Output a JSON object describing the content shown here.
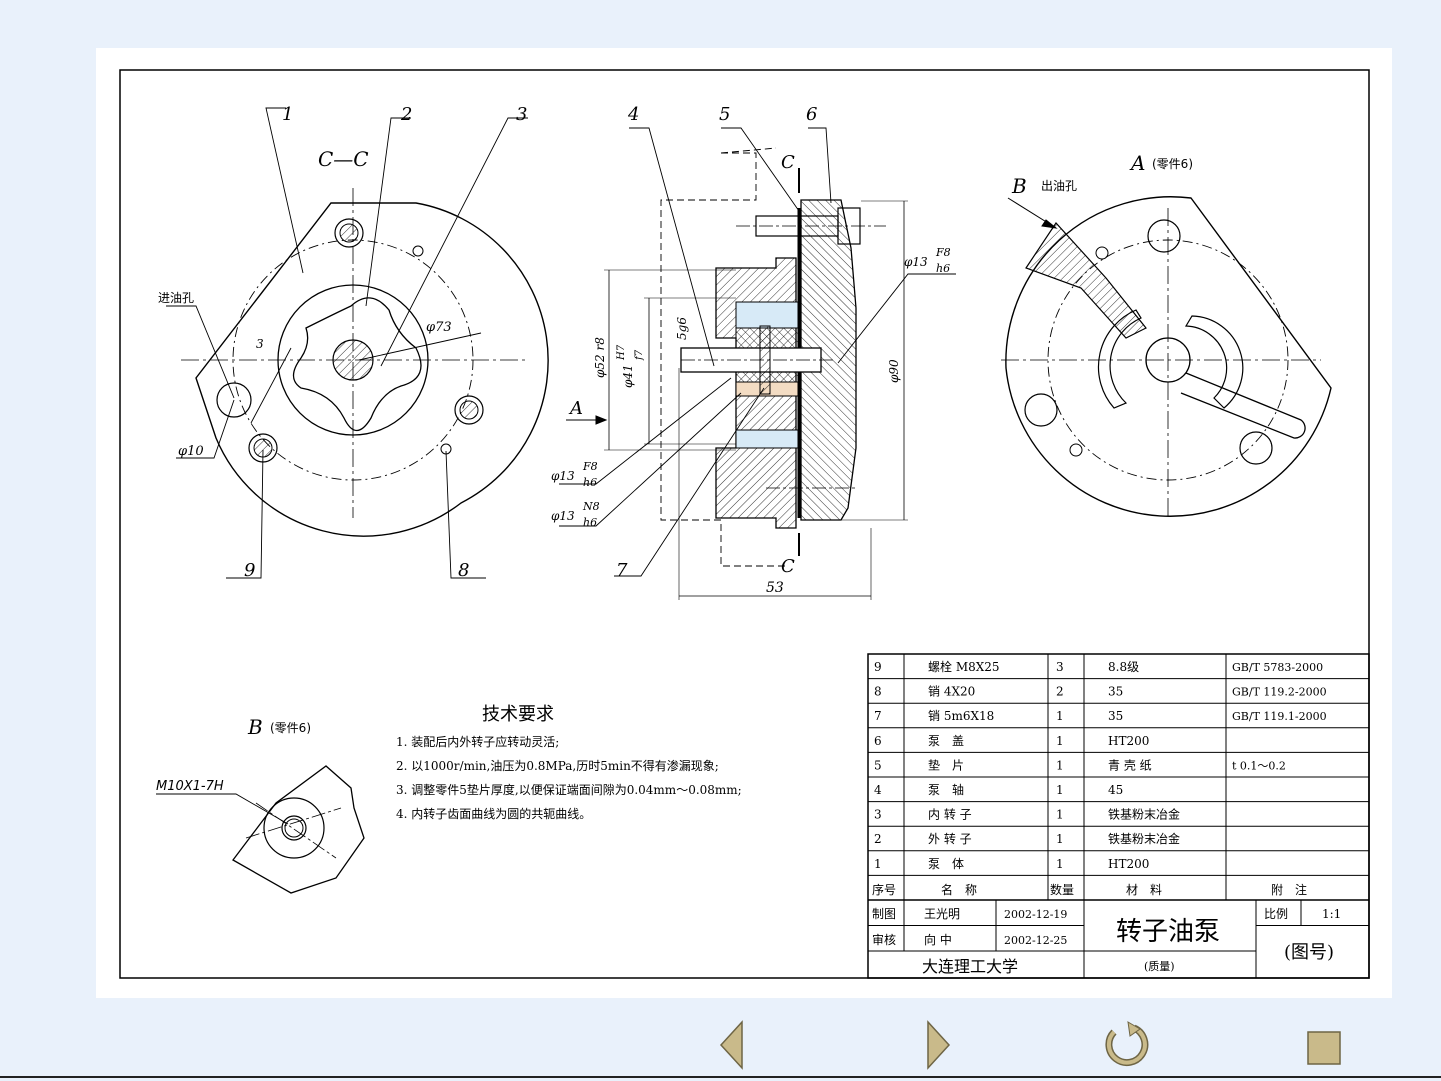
{
  "views": {
    "left_section_title": "C—C",
    "top_view_title": "A",
    "top_view_note": "(零件6)",
    "detail_title": "B",
    "detail_note": "(零件6)",
    "inlet_label": "进油孔",
    "outlet_label": "出油孔",
    "outlet_arrow_letter": "B",
    "section_mark": "C",
    "view_arrow_letter": "A"
  },
  "part_numbers": [
    "1",
    "2",
    "3",
    "4",
    "5",
    "6",
    "7",
    "8",
    "9"
  ],
  "dimensions": {
    "d73": "φ73",
    "d3": "3",
    "d10": "φ10",
    "d52": "φ52 r8",
    "d41": "φ41",
    "d41_fit_top": "H7",
    "d41_fit_bot": "f7",
    "g5": "5g6",
    "d90": "φ90",
    "len53": "53",
    "d13": "φ13",
    "fit_f8": "F8",
    "fit_h6": "h6",
    "fit_n8": "N8",
    "thread": "M10X1-7H"
  },
  "tech_req": {
    "title": "技术要求",
    "items": [
      "1. 装配后内外转子应转动灵活;",
      "2. 以1000r/min,油压为0.8MPa,历时5min不得有渗漏现象;",
      "3. 调整零件5垫片厚度,以便保证端面间隙为0.04mm～0.08mm;",
      "4. 内转子齿面曲线为圆的共轭曲线。"
    ]
  },
  "bom": {
    "rows": [
      {
        "no": "9",
        "name": "螺栓 M8X25",
        "qty": "3",
        "material": "8.8级",
        "note": "GB/T 5783-2000"
      },
      {
        "no": "8",
        "name": "销 4X20",
        "qty": "2",
        "material": "35",
        "note": "GB/T 119.2-2000"
      },
      {
        "no": "7",
        "name": "销 5m6X18",
        "qty": "1",
        "material": "35",
        "note": "GB/T 119.1-2000"
      },
      {
        "no": "6",
        "name": "泵　盖",
        "qty": "1",
        "material": "HT200",
        "note": ""
      },
      {
        "no": "5",
        "name": "垫　片",
        "qty": "1",
        "material": "青 壳 纸",
        "note": "t 0.1～0.2"
      },
      {
        "no": "4",
        "name": "泵　轴",
        "qty": "1",
        "material": "45",
        "note": ""
      },
      {
        "no": "3",
        "name": "内 转 子",
        "qty": "1",
        "material": "铁基粉末冶金",
        "note": ""
      },
      {
        "no": "2",
        "name": "外 转 子",
        "qty": "1",
        "material": "铁基粉末冶金",
        "note": ""
      },
      {
        "no": "1",
        "name": "泵　体",
        "qty": "1",
        "material": "HT200",
        "note": ""
      }
    ],
    "header": {
      "no": "序号",
      "name": "名　称",
      "qty": "数量",
      "material": "材　料",
      "note": "附　注"
    }
  },
  "title_block": {
    "drawn_label": "制图",
    "drawn_by": "王光明",
    "drawn_date": "2002-12-19",
    "checked_label": "审核",
    "checked_by": "向 中",
    "checked_date": "2002-12-25",
    "title": "转子油泵",
    "scale_label": "比例",
    "scale": "1:1",
    "mass_label": "(质量)",
    "drawing_no": "(图号)",
    "school": "大连理工大学"
  },
  "colors": {
    "paper": "#ffffff",
    "background": "#e9f1fb",
    "nav": "#c9ba8a",
    "gasket_blue": "#d7eaf7",
    "gasket_tan": "#f3dcc3"
  },
  "nav": {
    "prev": "triangle-left-icon",
    "next": "triangle-right-icon",
    "replay": "replay-icon",
    "stop": "stop-icon"
  }
}
